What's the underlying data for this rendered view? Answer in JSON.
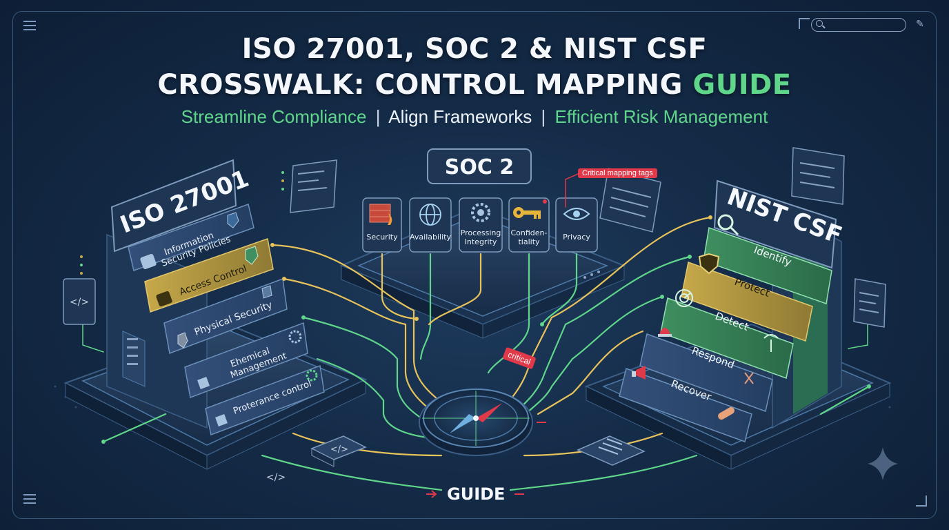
{
  "title": {
    "line1": "ISO 27001, SOC 2 & NIST CSF",
    "line2_main": "CROSSWALK: CONTROL MAPPING ",
    "line2_accent": "GUIDE"
  },
  "subtitle": {
    "part1": "Streamline Compliance",
    "separator": "|",
    "part2": "Align Frameworks",
    "part3": "Efficient Risk Management"
  },
  "iso": {
    "title": "ISO 27001",
    "tiers": [
      {
        "label_line1": "Information",
        "label_line2": "Security Policies",
        "icon": "shield-check-icon"
      },
      {
        "label_line1": "Access Control",
        "label_line2": "",
        "icon": "shield-check-icon"
      },
      {
        "label_line1": "Physical Security",
        "label_line2": "",
        "icon": "badge-icon"
      },
      {
        "label_line1": "Ehemical",
        "label_line2": "Management",
        "icon": "gear-icon"
      },
      {
        "label_line1": "Proterance control",
        "label_line2": "",
        "icon": "gear-icon"
      }
    ]
  },
  "soc2": {
    "title": "SOC 2",
    "criteria": [
      {
        "label_line1": "Security",
        "label_line2": "",
        "icon": "firewall-icon"
      },
      {
        "label_line1": "Availability",
        "label_line2": "",
        "icon": "globe-icon"
      },
      {
        "label_line1": "Processing",
        "label_line2": "Integrity",
        "icon": "gear-icon"
      },
      {
        "label_line1": "Confiden-",
        "label_line2": "tiality",
        "icon": "key-icon"
      },
      {
        "label_line1": "Privacy",
        "label_line2": "",
        "icon": "eye-icon"
      }
    ]
  },
  "nist": {
    "title": "NIST CSF",
    "functions": [
      {
        "label": "Identify",
        "icon": "magnifier-icon",
        "color": "#3f8f60"
      },
      {
        "label": "Protect",
        "icon": "shield-check-icon",
        "color": "#b9a248"
      },
      {
        "label": "Detect",
        "icon": "radar-icon",
        "color": "#3f8f60"
      },
      {
        "label": "Respond",
        "icon": "alarm-icon",
        "color": "#2e4a6e"
      },
      {
        "label": "Recover",
        "icon": "bandage-icon",
        "color": "#2e4a6e"
      }
    ]
  },
  "tags": {
    "critical_mapping": "Critical mapping tags",
    "critical": "critical"
  },
  "code_badge": "</>",
  "guide_label": "GUIDE",
  "colors": {
    "background": "#142b47",
    "accent_green": "#5fd68a",
    "line_yellow": "#e8c25a",
    "line_green": "#5fd68a",
    "tag_red": "#e0394a"
  }
}
